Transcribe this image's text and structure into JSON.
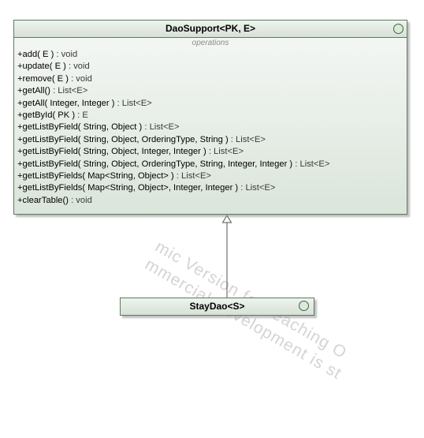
{
  "watermark": {
    "lines": [
      "mic Version for Teaching O",
      "mmercial Development is st"
    ]
  },
  "classes": {
    "dao_support": {
      "name": "DaoSupport<PK, E>",
      "section_label": "operations",
      "operations": [
        {
          "sig": "+add( E )",
          "ret": " : void"
        },
        {
          "sig": "+update( E )",
          "ret": " : void"
        },
        {
          "sig": "+remove( E )",
          "ret": " : void"
        },
        {
          "sig": "+getAll()",
          "ret": " : List<E>"
        },
        {
          "sig": "+getAll( Integer, Integer )",
          "ret": " : List<E>"
        },
        {
          "sig": "+getById( PK )",
          "ret": " : E"
        },
        {
          "sig": "+getListByField( String, Object )",
          "ret": " : List<E>"
        },
        {
          "sig": "+getListByField( String, Object, OrderingType, String )",
          "ret": " : List<E>"
        },
        {
          "sig": "+getListByField( String, Object, Integer, Integer )",
          "ret": " : List<E>"
        },
        {
          "sig": "+getListByField( String, Object, OrderingType, String, Integer, Integer )",
          "ret": " : List<E>"
        },
        {
          "sig": "+getListByFields( Map<String, Object> )",
          "ret": " : List<E>"
        },
        {
          "sig": "+getListByFields( Map<String, Object>, Integer, Integer )",
          "ret": " : List<E>"
        },
        {
          "sig": "+clearTable()",
          "ret": " : void"
        }
      ]
    },
    "stay_dao": {
      "name": "StayDao<S>"
    }
  },
  "relationship": {
    "type": "generalization",
    "from": "StayDao<S>",
    "to": "DaoSupport<PK, E>"
  },
  "colors": {
    "border": "#5e7a5e",
    "fill_top": "#eef3ee",
    "fill_bottom": "#d6e1d6",
    "watermark": "#d4d4d4"
  }
}
